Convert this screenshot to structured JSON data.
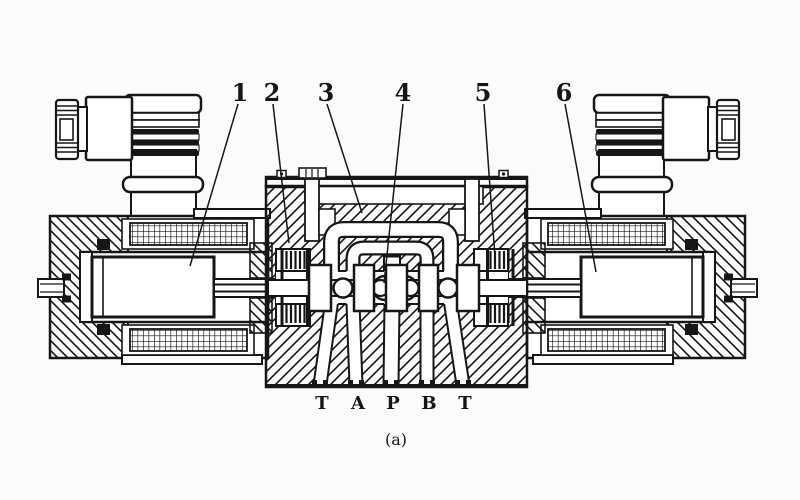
{
  "diagram": {
    "caption": "(a)",
    "callouts": [
      "1",
      "2",
      "3",
      "4",
      "5",
      "6"
    ],
    "ports": [
      "T",
      "A",
      "P",
      "B",
      "T"
    ],
    "colors": {
      "ink": "#161616",
      "background": "#fbfbfb"
    }
  }
}
